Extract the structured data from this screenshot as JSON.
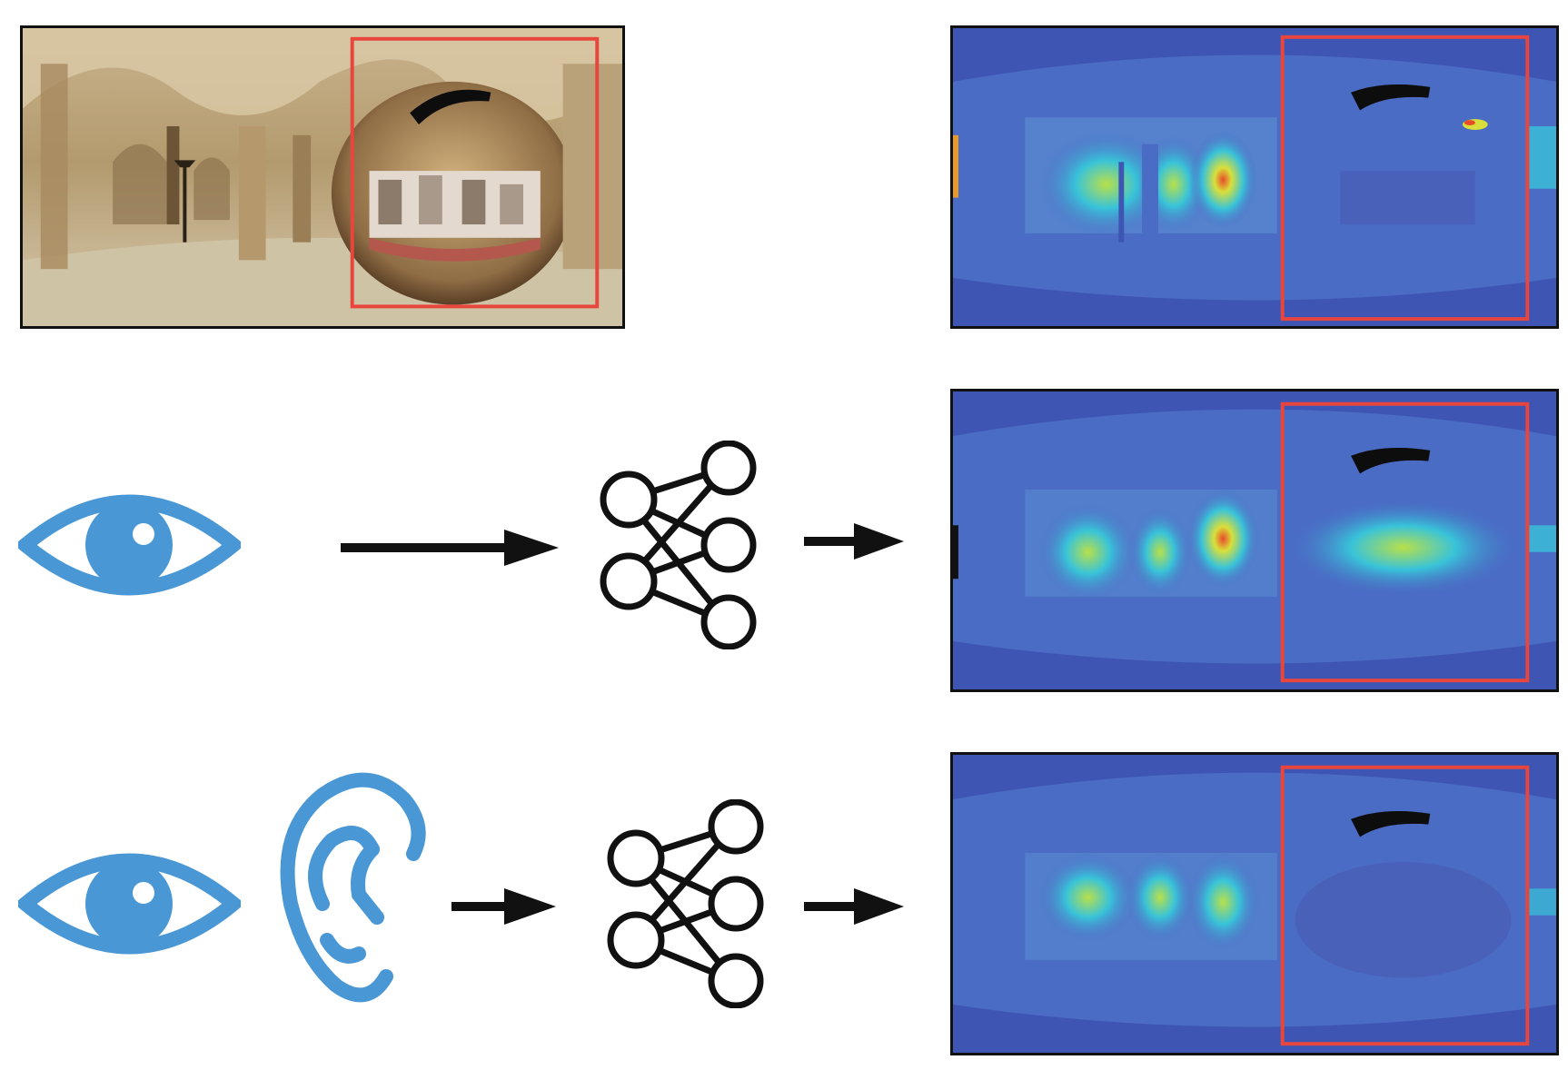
{
  "colors": {
    "icon_blue": "#4a97d6",
    "outline_black": "#111111",
    "highlight_red": "#e8463c",
    "depth_far": "#3f55b3",
    "depth_mid": "#38c3d9",
    "depth_near": "#d9df3a",
    "depth_nearest": "#e84b2a"
  },
  "icons": {
    "visual_input": "eye-icon",
    "audio_input": "ear-icon",
    "model": "neural-network-icon",
    "flow": "right-arrow-icon"
  },
  "rows": [
    {
      "inputs": [
        "equirectangular-rgb-panorama"
      ],
      "output": "ground-truth-depth-map"
    },
    {
      "inputs": [
        "eye-icon"
      ],
      "output": "depth-map-from-vision"
    },
    {
      "inputs": [
        "eye-icon",
        "ear-icon"
      ],
      "output": "depth-map-from-vision-and-audio"
    }
  ]
}
